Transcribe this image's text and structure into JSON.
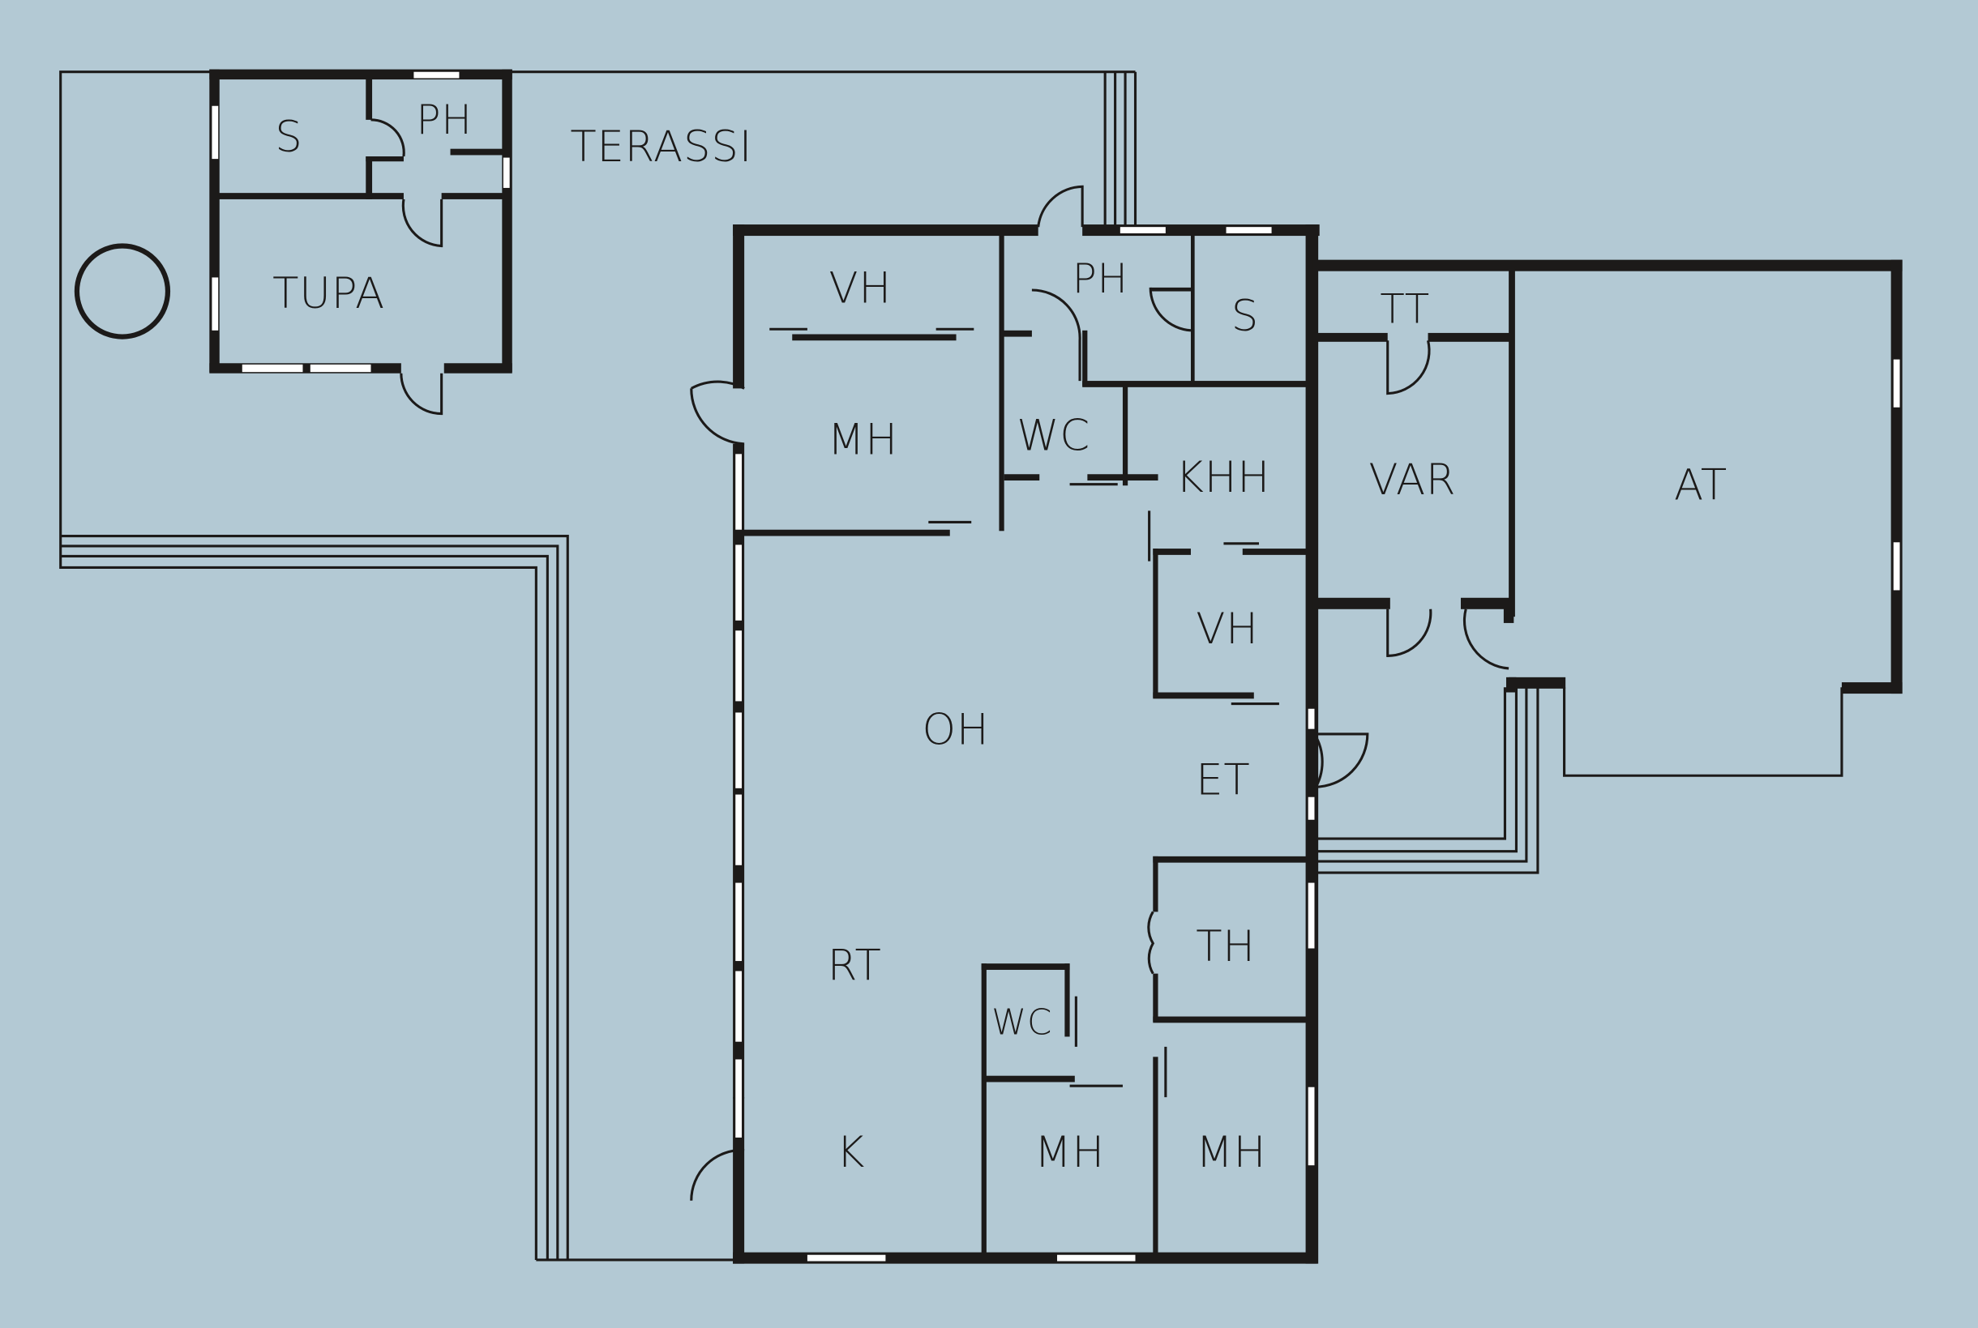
{
  "title": "Floor plan",
  "colors": {
    "background": "#b3c9d4",
    "wall": "#1c1a19",
    "window": "#ffffff"
  },
  "rooms": {
    "sauna": "S",
    "sauna_washroom": "PH",
    "tupa": "TUPA",
    "terrace": "TERASSI",
    "walk_in_closet_top": "VH",
    "washroom": "PH",
    "sauna_main": "S",
    "bedroom_top": "MH",
    "wc_top": "WC",
    "utility": "KHH",
    "technical": "TT",
    "storage": "VAR",
    "garage": "AT",
    "walk_in_closet_mid": "VH",
    "living_room": "OH",
    "entrance": "ET",
    "workroom": "TH",
    "dining": "RT",
    "wc_bottom": "WC",
    "kitchen": "K",
    "bedroom_bottom_left": "MH",
    "bedroom_bottom_right": "MH"
  }
}
